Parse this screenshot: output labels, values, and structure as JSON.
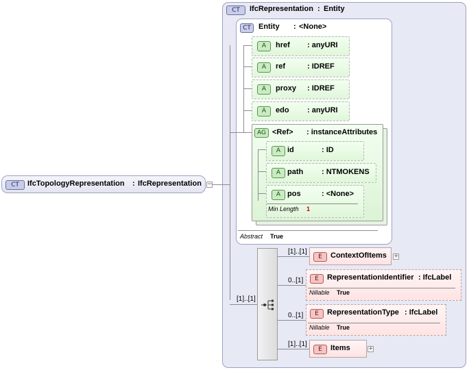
{
  "root": {
    "badge": "CT",
    "name": "IfcTopologyRepresentation",
    "sep": ":",
    "type": "IfcRepresentation"
  },
  "outer": {
    "badge": "CT",
    "name": "IfcRepresentation",
    "sep": ":",
    "type": "Entity"
  },
  "entity": {
    "badge": "CT",
    "name": "Entity",
    "sep": ":",
    "type": "<None>",
    "attributes": [
      {
        "badge": "A",
        "name": "href",
        "type": ": anyURI"
      },
      {
        "badge": "A",
        "name": "ref",
        "type": ": IDREF"
      },
      {
        "badge": "A",
        "name": "proxy",
        "type": ": IDREF"
      },
      {
        "badge": "A",
        "name": "edo",
        "type": ": anyURI"
      }
    ],
    "group": {
      "badge": "AG",
      "name": "<Ref>",
      "type": ": instanceAttributes",
      "attributes": [
        {
          "badge": "A",
          "name": "id",
          "type": ": ID"
        },
        {
          "badge": "A",
          "name": "path",
          "type": ": NTMOKENS"
        },
        {
          "badge": "A",
          "name": "pos",
          "type": ": <None>",
          "facet_label": "Min Length",
          "facet_value": "1"
        }
      ]
    },
    "abstract_label": "Abstract",
    "abstract_value": "True"
  },
  "sequence_cardinality": "[1]..[1]",
  "elements": [
    {
      "badge": "E",
      "name": "ContextOfItems",
      "cardinality": "[1]..[1]",
      "expandable": true
    },
    {
      "badge": "E",
      "name": "RepresentationIdentifier",
      "type": ": IfcLabel",
      "cardinality": "0..[1]",
      "nillable_label": "Nillable",
      "nillable_value": "True"
    },
    {
      "badge": "E",
      "name": "RepresentationType",
      "type": ": IfcLabel",
      "cardinality": "0..[1]",
      "nillable_label": "Nillable",
      "nillable_value": "True"
    },
    {
      "badge": "E",
      "name": "Items",
      "cardinality": "[1]..[1]",
      "expandable": true
    }
  ],
  "icons": {
    "sequence": "sequence-compositor-icon",
    "expand": "plus-icon",
    "collapse": "minus-icon"
  },
  "colors": {
    "ct": "#c9cdea",
    "attribute": "#c9ecc2",
    "element": "#f6c4c4"
  }
}
